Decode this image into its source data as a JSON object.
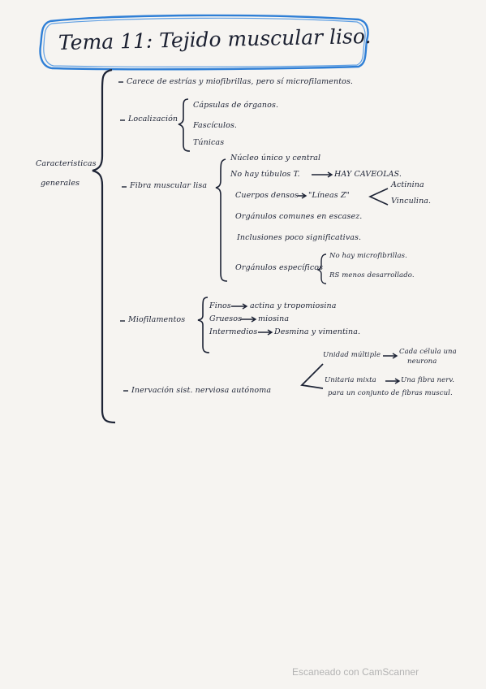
{
  "title": "Tema 11: Tejido muscular liso.",
  "root_label": [
    "Caracteristicas",
    "generales"
  ],
  "items": {
    "a": "Carece de estrías y miofibrillas, pero sí microfilamentos.",
    "loc": "Localización",
    "loc1": "Cápsulas de órganos.",
    "loc2": "Fascículos.",
    "loc3": "Túnicas",
    "fibra": "Fibra muscular lisa",
    "f1": "Núcleo único y central",
    "f2": "No hay túbulos T.",
    "f2r": "HAY CAVEOLAS.",
    "f3": "Cuerpos densos",
    "f3r": "\"Líneas Z\"",
    "f3a": "Actinina",
    "f3b": "Vinculina.",
    "f4": "Orgánulos comunes en escasez.",
    "f5": "Inclusiones poco significativas.",
    "f6": "Orgánulos específicos",
    "f6a": "No hay microfibrillas.",
    "f6b": "RS menos desarrollado.",
    "mf": "Miofilamentos",
    "mf1": "Finos",
    "mf1r": "actina y tropomiosina",
    "mf2": "Gruesos",
    "mf2r": "miosina",
    "mf3": "Intermedios",
    "mf3r": "Desmina y vimentina.",
    "inerv": "Inervación sist. nerviosa autónoma",
    "in1": "Unidad múltiple",
    "in1r_1": "Cada célula una",
    "in1r_2": "neurona",
    "in2": "Unitaria mixta",
    "in2r": "Una fibra nerv.",
    "in2b": "para un conjunto de fibras muscul."
  },
  "footer": "Escaneado con CamScanner",
  "colors": {
    "ink": "#1d2335",
    "frame": "#2f7fd6",
    "paper": "#f6f4f1"
  }
}
